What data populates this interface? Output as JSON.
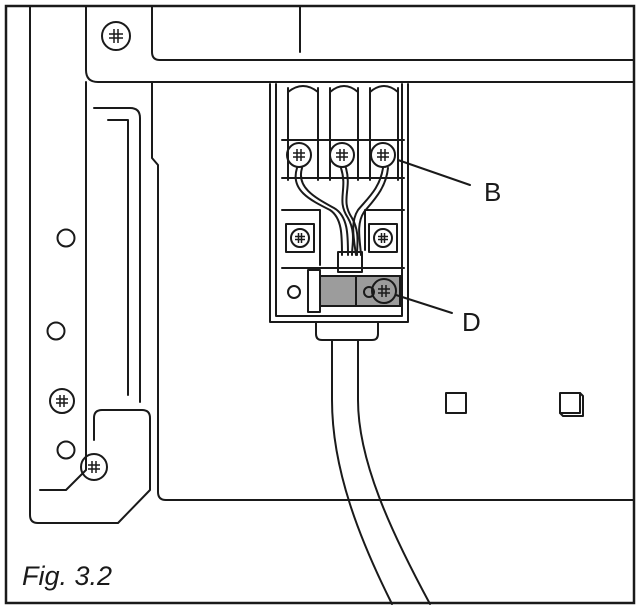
{
  "labels": {
    "callout_b": "B",
    "callout_d": "D"
  },
  "caption": "Fig. 3.2",
  "colors": {
    "line": "#1a1a1a",
    "background": "#ffffff",
    "clamp_fill": "#9c9c9c"
  }
}
